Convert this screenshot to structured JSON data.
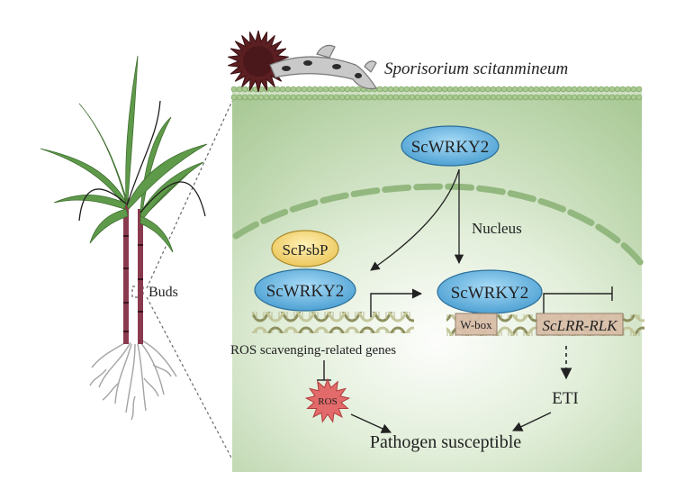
{
  "pathogen_label": "Sporisorium scitanmineum",
  "buds_label": "Buds",
  "nucleus_label": "Nucleus",
  "proteins": {
    "top": "ScWRKY2",
    "complex_partner": "ScPsbP",
    "complex_wrky": "ScWRKY2",
    "nuclear_wrky": "ScWRKY2"
  },
  "ros_genes_label": "ROS scavenging-related genes",
  "ros_label": "ROS",
  "wbox_label": "W-box",
  "lrr_label": "ScLRR-RLK",
  "eti_label": "ETI",
  "outcome_label": "Pathogen susceptible",
  "colors": {
    "cell_fill": "#bcd6ad",
    "membrane": "#9dbf85",
    "protein_blue": "#5aaad8",
    "protein_yellow": "#f5d46a",
    "ros_red": "#e36a6a",
    "dna": "#bcbf8e",
    "stem": "#8a3a4e",
    "leaf": "#5f9a4a",
    "fungus_dark": "#5b1f22"
  },
  "icons": [
    "sugarcane-plant-icon",
    "fungal-spore-icon",
    "fungal-hypha-icon",
    "dna-helix-icon",
    "ros-burst-icon"
  ]
}
